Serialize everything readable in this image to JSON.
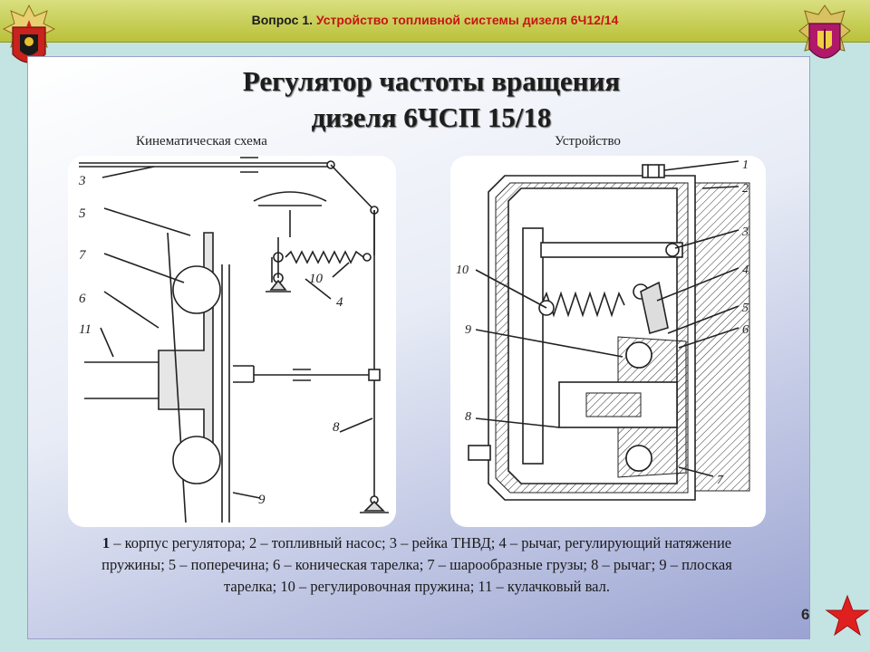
{
  "header": {
    "question_prefix": "Вопрос 1.",
    "topic": "Устройство топливной системы дизеля 6Ч12/14"
  },
  "slide": {
    "title_line1": "Регулятор частоты вращения",
    "title_line2": "дизеля 6ЧСП 15/18",
    "left_caption": "Кинематическая схема",
    "right_caption": "Устройство",
    "left_diagram_labels": [
      "3",
      "5",
      "7",
      "6",
      "11",
      "10",
      "4",
      "8",
      "9"
    ],
    "right_diagram_labels": [
      "1",
      "2",
      "3",
      "10",
      "4",
      "5",
      "6",
      "9",
      "8",
      "7"
    ],
    "legend_first": "1",
    "legend_rest": " – корпус регулятора; 2 – топливный насос; 3 – рейка ТНВД; 4 – рычаг, регулирующий натяжение пружины; 5 – поперечина; 6 – коническая тарелка; 7 – шарообразные грузы; 8 – рычаг; 9 – плоская тарелка; 10 – регулировочная пружина; 11 – кулачковый вал."
  },
  "page_number": "6",
  "colors": {
    "header_bar": "#c5cc4a",
    "topic_text": "#c81414",
    "background": "#c3e4e3",
    "star": "#e02020"
  },
  "icons": {
    "left_emblem": "army-emblem-icon",
    "right_emblem": "branch-emblem-icon",
    "corner": "red-star-icon"
  }
}
